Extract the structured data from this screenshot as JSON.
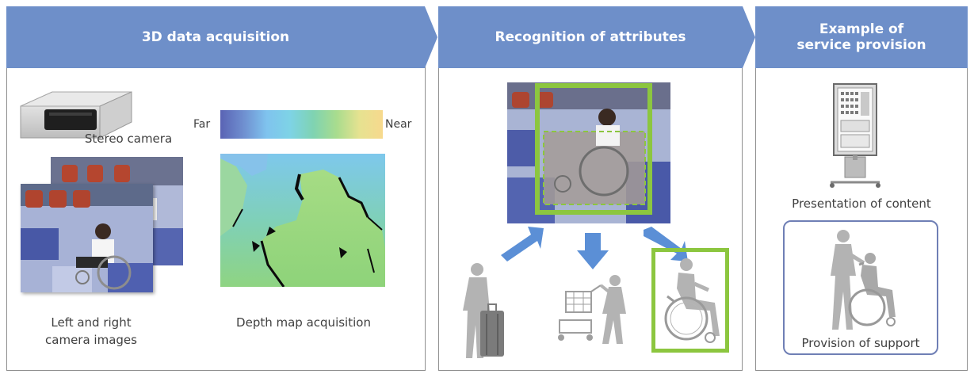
{
  "stages": [
    {
      "title": "3D data acquisition"
    },
    {
      "title": "Recognition of attributes"
    },
    {
      "title_line1": "Example of",
      "title_line2": "service provision"
    }
  ],
  "acquisition": {
    "stereo_camera_label": "Stereo camera",
    "camera_images_line1": "Left and right",
    "camera_images_line2": "camera images",
    "depth_map_label": "Depth map acquisition",
    "scale_far": "Far",
    "scale_near": "Near",
    "depth_scale_colors": [
      "#5a63b4",
      "#6f8fd0",
      "#7fc3ee",
      "#7ed3e6",
      "#7fd3b2",
      "#a8dc8e",
      "#e6e290",
      "#f7d98e"
    ]
  },
  "service": {
    "content_label": "Presentation of content",
    "support_label": "Provision of support"
  },
  "colors": {
    "banner": "#6e8fc9",
    "highlight_green": "#8cc63f",
    "arrow_blue": "#5b8fd6",
    "figure_gray": "#b3b3b3",
    "support_border": "#6f7fb5"
  }
}
